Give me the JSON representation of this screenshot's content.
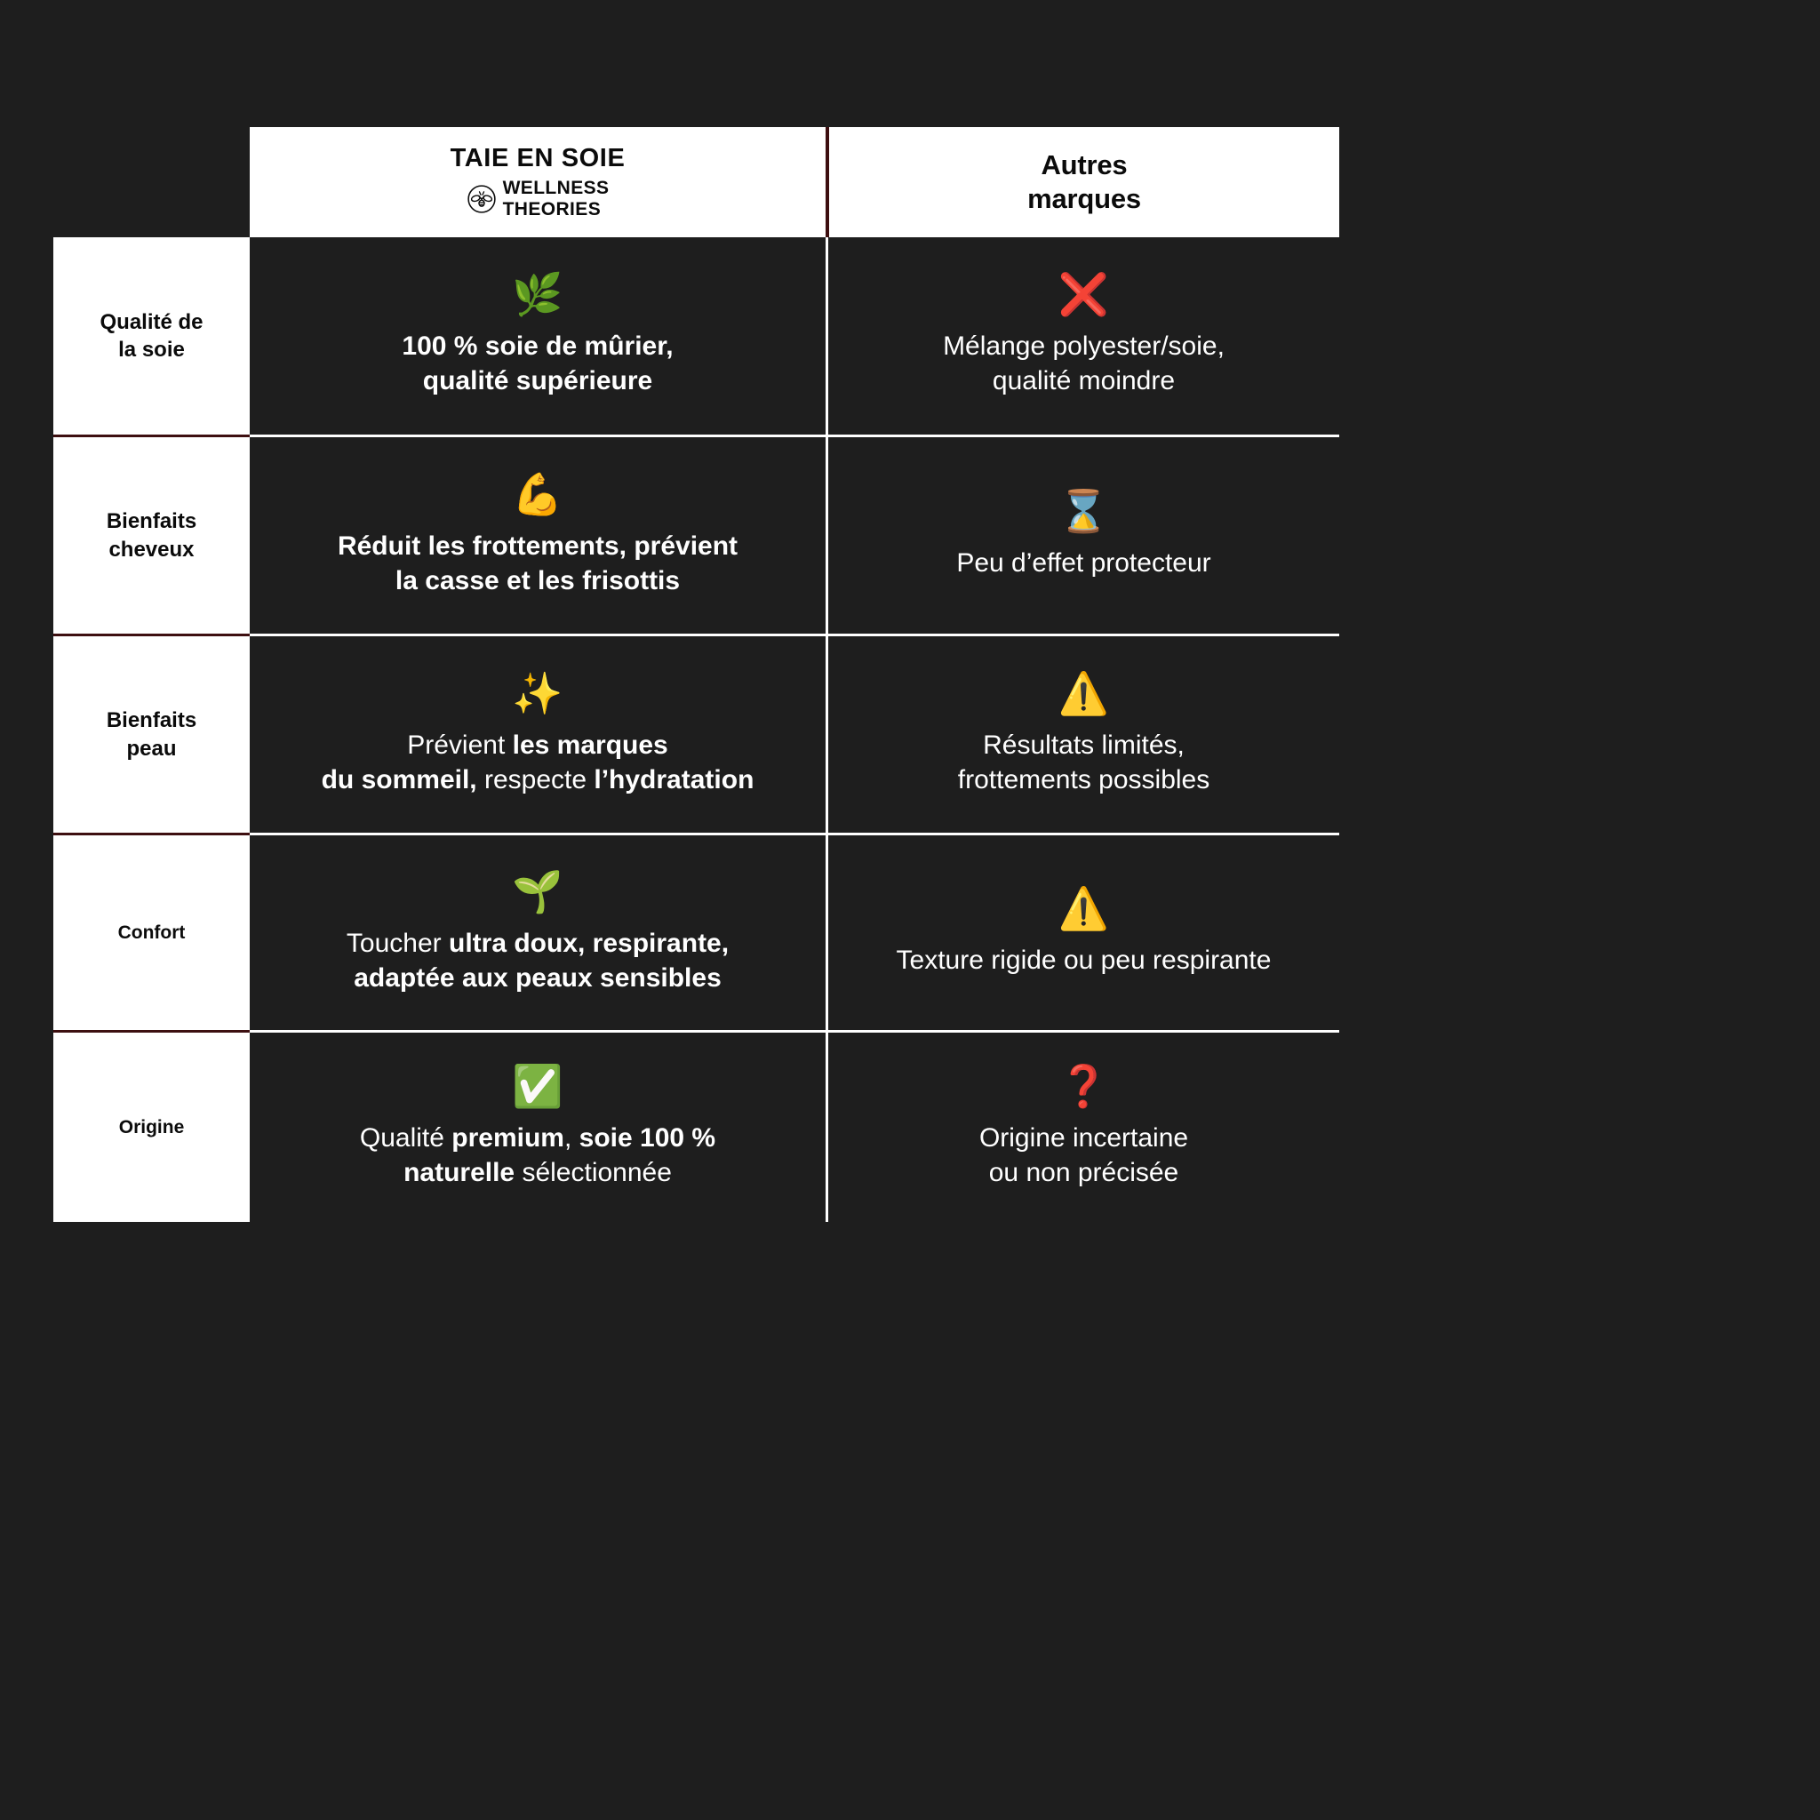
{
  "theme": {
    "page_background": "#1e1e1e",
    "panel_background": "#ffffff",
    "cell_background": "#1e1e1e",
    "accent_divider": "#3d0f10",
    "cell_divider": "#ffffff",
    "text_light": "#ffffff",
    "text_dark": "#0b0b0b"
  },
  "header": {
    "corner_label": "",
    "product_column": {
      "title": "TAIE EN SOIE",
      "brand_line_1": "WELLNESS",
      "brand_line_2": "THEORIES",
      "logo_icon": "bee-logo-icon"
    },
    "competitor_column": {
      "line_1": "Autres",
      "line_2": "marques"
    }
  },
  "rows": [
    {
      "label": "Qualité de\nla soie",
      "label_line_1": "Qualité de",
      "label_line_2": "la soie",
      "product": {
        "emoji": "🌿",
        "emoji_name": "herb-icon",
        "line_1": "100 % soie de mûrier,",
        "line_2": "qualité supérieure",
        "weight": "bold"
      },
      "competitor": {
        "emoji": "❌",
        "emoji_name": "cross-mark-icon",
        "line_1": "Mélange polyester/soie,",
        "line_2": "qualité moindre",
        "weight": "regular"
      }
    },
    {
      "label": "Bienfaits\ncheveux",
      "label_line_1": "Bienfaits",
      "label_line_2": "cheveux",
      "product": {
        "emoji": "💪",
        "emoji_name": "flexed-biceps-icon",
        "line_1": "Réduit les frottements, prévient",
        "line_2": "la casse et les frisottis",
        "weight": "bold"
      },
      "competitor": {
        "emoji": "⌛",
        "emoji_name": "hourglass-done-icon",
        "line_1": "Peu d’effet protecteur",
        "line_2": "",
        "weight": "regular"
      }
    },
    {
      "label": "Bienfaits\npeau",
      "label_line_1": "Bienfaits",
      "label_line_2": "peau",
      "product": {
        "emoji": "✨",
        "emoji_name": "sparkles-icon",
        "line_1_html": "Prévient <b>les marques</b>",
        "line_2_html": "<b>du sommeil,</b> respecte <b>l’hydratation</b>",
        "weight": "mixed"
      },
      "competitor": {
        "emoji": "⚠️",
        "emoji_name": "warning-icon",
        "line_1": "Résultats limités,",
        "line_2": "frottements possibles",
        "weight": "regular"
      }
    },
    {
      "label": "Confort",
      "label_line_1": "Confort",
      "label_line_2": "",
      "product": {
        "emoji": "🌱",
        "emoji_name": "seedling-icon",
        "line_1_html": "Toucher <b>ultra doux, respirante,</b>",
        "line_2_html": "<b>adaptée aux peaux sensibles</b>",
        "weight": "mixed"
      },
      "competitor": {
        "emoji": "⚠️",
        "emoji_name": "warning-icon",
        "line_1": "Texture rigide ou peu respirante",
        "line_2": "",
        "weight": "regular"
      }
    },
    {
      "label": "Origine",
      "label_line_1": "Origine",
      "label_line_2": "",
      "product": {
        "emoji": "✅",
        "emoji_name": "check-mark-button-icon",
        "line_1_html": "Qualité <b>premium</b>, <b>soie 100 %</b>",
        "line_2_html": "<b>naturelle</b> sélectionnée",
        "weight": "mixed"
      },
      "competitor": {
        "emoji": "❓",
        "emoji_name": "question-mark-icon",
        "line_1": "Origine incertaine",
        "line_2": "ou non précisée",
        "weight": "regular"
      }
    }
  ]
}
